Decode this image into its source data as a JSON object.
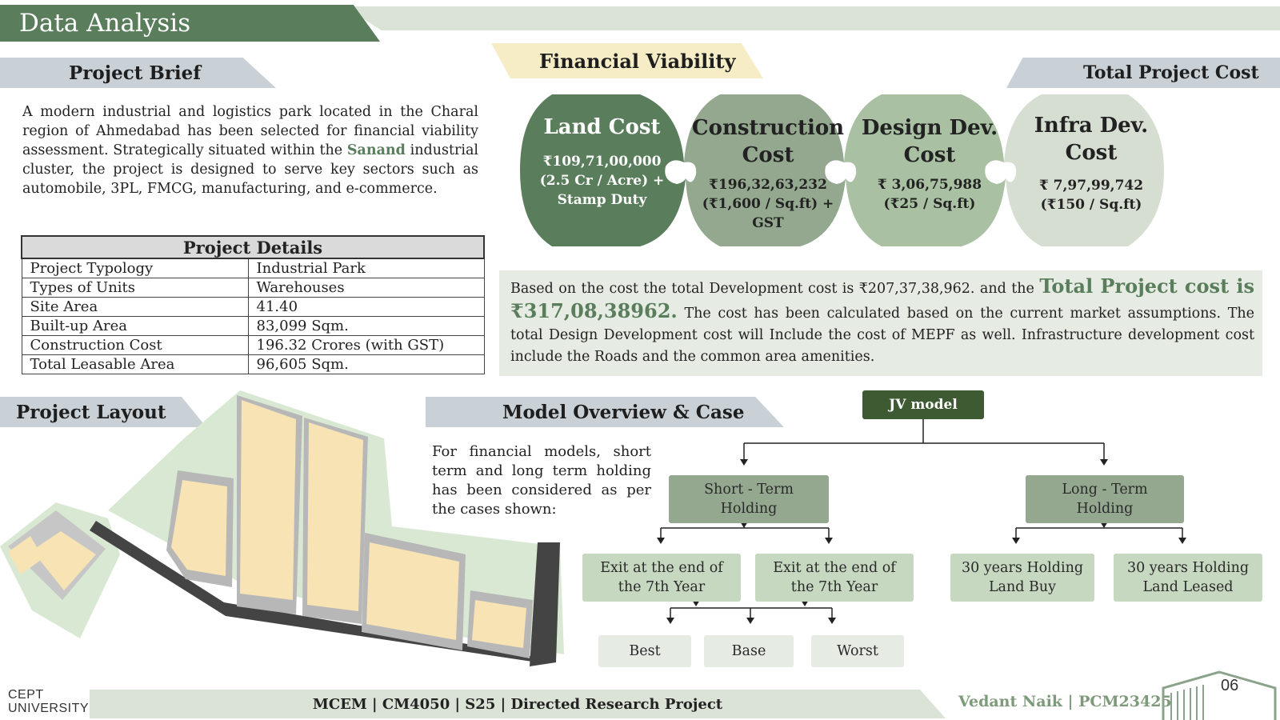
{
  "header": {
    "title": "Data Analysis"
  },
  "sections": {
    "project_brief": "Project Brief",
    "financial_viability": "Financial Viability",
    "total_project_cost": "Total Project Cost",
    "project_layout": "Project Layout",
    "model_overview": "Model Overview & Case"
  },
  "brief": {
    "text_before": "A modern industrial and logistics park located in the Charal region of Ahmedabad has been selected for financial viability assessment. Strategically situated within the",
    "highlight": "Sanand",
    "text_after": "industrial cluster, the project is designed to serve key sectors such as automobile, 3PL, FMCG, manufacturing, and e-commerce."
  },
  "details": {
    "title": "Project Details",
    "rows": [
      {
        "label": "Project Typology",
        "value": "Industrial Park"
      },
      {
        "label": "Types of Units",
        "value": "Warehouses"
      },
      {
        "label": "Site Area",
        "value": "41.40"
      },
      {
        "label": "Built-up Area",
        "value": "83,099 Sqm."
      },
      {
        "label": "Construction Cost",
        "value": "196.32 Crores (with GST)"
      },
      {
        "label": "Total Leasable Area",
        "value": "96,605 Sqm."
      }
    ]
  },
  "costs": [
    {
      "title1": "Land Cost",
      "title2": "",
      "v1": "₹109,71,00,000",
      "v2": "(2.5 Cr / Acre) +",
      "v3": "Stamp Duty",
      "color": "#5a7d5c"
    },
    {
      "title1": "Construction",
      "title2": "Cost",
      "v1": "₹196,32,63,232",
      "v2": "(₹1,600 / Sq.ft) +",
      "v3": "GST",
      "color": "#93a88f"
    },
    {
      "title1": "Design Dev.",
      "title2": "Cost",
      "v1": "₹ 3,06,75,988",
      "v2": "(₹25 / Sq.ft)",
      "v3": "",
      "color": "#a9c0a2"
    },
    {
      "title1": "Infra Dev.",
      "title2": "Cost",
      "v1": "₹ 7,97,99,742",
      "v2": "(₹150 / Sq.ft)",
      "v3": "",
      "color": "#d6ddd1"
    }
  ],
  "summary": {
    "part1": "Based on the cost the total Development cost is ₹207,37,38,962. and the",
    "highlight1": "Total Project cost is",
    "highlight2": "₹317,08,38962.",
    "part2": "The cost has been calculated based on the current market assumptions. The total Design Development cost will Include the cost of MEPF as well. Infrastructure development cost include the Roads and the common area amenities."
  },
  "model": {
    "intro": "For financial models, short term and long term holding has been considered as per the cases shown:",
    "root": "JV model",
    "short_term": "Short - Term Holding",
    "long_term": "Long - Term Holding",
    "exit1": "Exit at the end of the 7th Year",
    "exit2": "Exit at the end of the 7th Year",
    "land_buy": "30 years Holding Land Buy",
    "land_leased": "30 years Holding Land Leased",
    "best": "Best",
    "base": "Base",
    "worst": "Worst"
  },
  "footer": {
    "course": "MCEM | CM4050 | S25 | Directed Research Project",
    "author": "Vedant Naik | PCM23425",
    "page": "06",
    "logo_line1": "CEPT",
    "logo_line2": "UNIVERSITY"
  },
  "colors": {
    "accent": "#5a7d5c",
    "tab_grey": "#c9d1d6",
    "tab_yellow": "#f6edc7"
  }
}
